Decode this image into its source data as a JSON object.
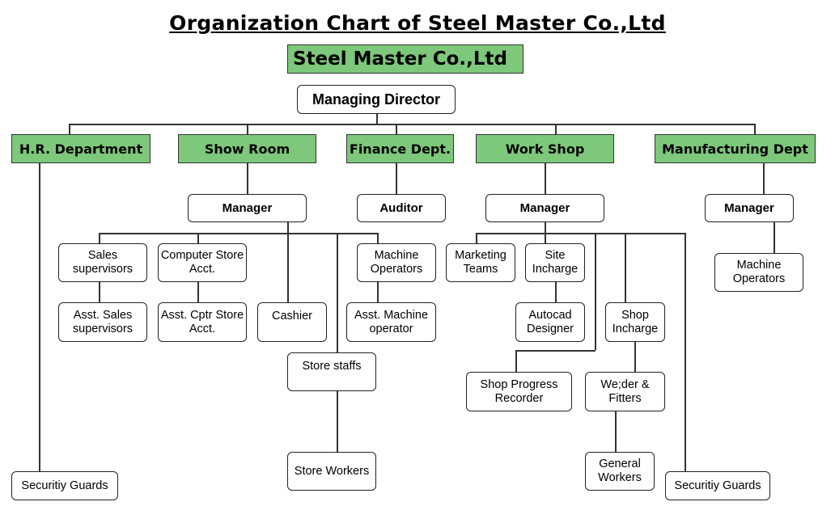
{
  "title": "Organization Chart of Steel Master Co.,Ltd",
  "company": "Steel Master Co.,Ltd",
  "managing_director": "Managing Director",
  "departments": [
    {
      "label": "H.R. Department"
    },
    {
      "label": "Show Room"
    },
    {
      "label": "Finance Dept."
    },
    {
      "label": "Work Shop"
    },
    {
      "label": "Manufacturing Dept"
    }
  ],
  "hr": {
    "security": "Securitiy Guards"
  },
  "showroom": {
    "manager": "Manager",
    "sales_supervisors": "Sales supervisors",
    "asst_sales": "Asst. Sales supervisors",
    "computer_store": "Computer Store Acct.",
    "asst_cptr": "Asst. Cptr Store Acct.",
    "cashier": "Cashier",
    "store_staffs": "Store staffs",
    "store_workers": "Store Workers",
    "machine_operators": "Machine Operators",
    "asst_machine": "Asst. Machine operator"
  },
  "finance": {
    "auditor": "Auditor"
  },
  "workshop": {
    "manager": "Manager",
    "marketing": "Marketing Teams",
    "site_incharge": "Site Incharge",
    "autocad": "Autocad Designer",
    "shop_progress": "Shop Progress Recorder",
    "shop_incharge": "Shop Incharge",
    "welder": "We;der & Fitters",
    "general_workers": "General Workers",
    "security": "Securitiy Guards"
  },
  "manufacturing": {
    "manager": "Manager",
    "machine_operators": "Machine Operators"
  },
  "colors": {
    "department_fill": "#7dc87a",
    "line": "#333333"
  }
}
